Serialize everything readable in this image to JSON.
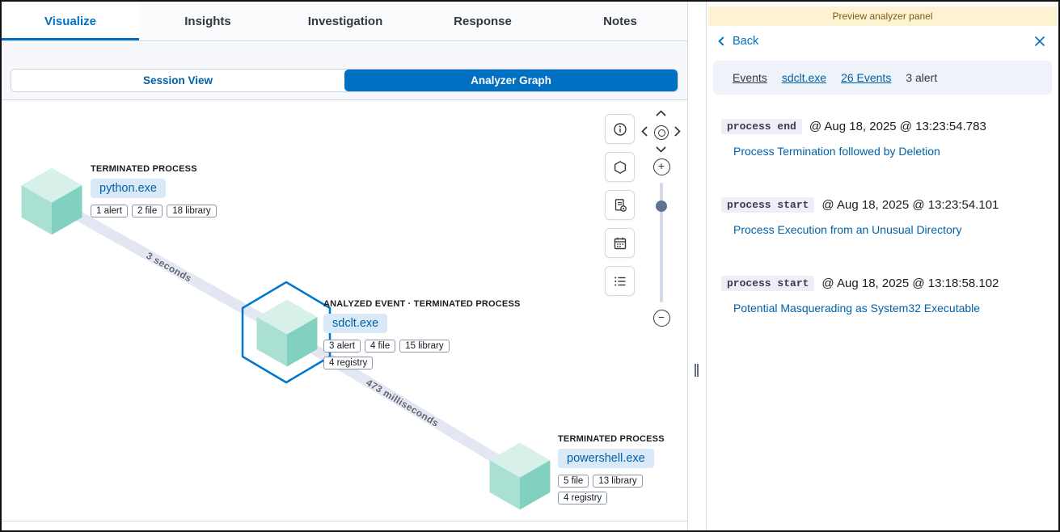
{
  "tabs": [
    {
      "label": "Visualize",
      "active": true
    },
    {
      "label": "Insights",
      "active": false
    },
    {
      "label": "Investigation",
      "active": false
    },
    {
      "label": "Response",
      "active": false
    },
    {
      "label": "Notes",
      "active": false
    }
  ],
  "view_toggle": {
    "session_view": "Session View",
    "analyzer_graph": "Analyzer Graph",
    "selected": "Analyzer Graph"
  },
  "graph": {
    "nodes": [
      {
        "kind": "TERMINATED PROCESS",
        "name": "python.exe",
        "badges": [
          "1 alert",
          "2 file",
          "18 library"
        ],
        "selected": false
      },
      {
        "kind": "ANALYZED EVENT · TERMINATED PROCESS",
        "name": "sdclt.exe",
        "badges": [
          "3 alert",
          "4 file",
          "15 library",
          "4 registry"
        ],
        "selected": true
      },
      {
        "kind": "TERMINATED PROCESS",
        "name": "powershell.exe",
        "badges": [
          "5 file",
          "13 library",
          "4 registry"
        ],
        "selected": false
      }
    ],
    "edges": [
      {
        "label": "3 seconds"
      },
      {
        "label": "473 milliseconds"
      }
    ],
    "toolbar_icons": [
      "info-icon",
      "hexagon-icon",
      "document-gear-icon",
      "calendar-icon",
      "event-list-icon"
    ],
    "pan_icons": [
      "chevron-up-icon",
      "chevron-left-icon",
      "center-target-icon",
      "chevron-right-icon",
      "chevron-down-icon"
    ],
    "zoom_icons": [
      "zoom-in-icon",
      "zoom-out-icon"
    ]
  },
  "panel": {
    "title": "Preview analyzer panel",
    "back_label": "Back",
    "breadcrumbs": [
      {
        "label": "Events"
      },
      {
        "label": "sdclt.exe"
      },
      {
        "label": "26 Events"
      },
      {
        "label": "3 alert"
      }
    ],
    "events": [
      {
        "type": "process end",
        "timestamp": "@ Aug 18, 2025 @ 13:23:54.783",
        "rule": "Process Termination followed by Deletion"
      },
      {
        "type": "process start",
        "timestamp": "@ Aug 18, 2025 @ 13:23:54.101",
        "rule": "Process Execution from an Unusual Directory"
      },
      {
        "type": "process start",
        "timestamp": "@ Aug 18, 2025 @ 13:18:58.102",
        "rule": "Potential Masquerading as System32 Executable"
      }
    ]
  },
  "colors": {
    "accent": "#0071c2",
    "link": "#0061a6",
    "selection_ring": "#0077cc",
    "edge_band": "#e3e7f3",
    "panel_banner_bg": "#fdf3d2",
    "panel_banner_text": "#7c5e12",
    "cube_top": "#d8f0ea",
    "cube_left": "#a9e0d3",
    "cube_right": "#82d0c0"
  }
}
